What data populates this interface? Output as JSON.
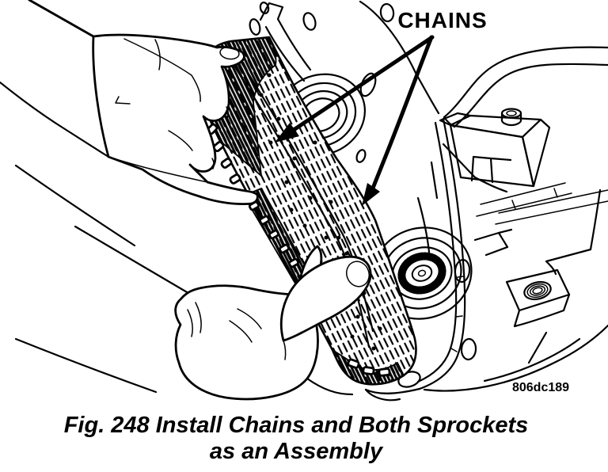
{
  "figure": {
    "callout_label": "CHAINS",
    "reference_code": "806dc189",
    "caption_line1": "Fig. 248 Install Chains and Both Sprockets",
    "caption_line2": "as an Assembly"
  },
  "drawing": {
    "ink_color": "#000000",
    "background_color": "#ffffff",
    "arrow_count": 2,
    "parts": [
      "upper-hand",
      "lower-hand",
      "drive-chains",
      "top-sprocket",
      "bottom-sprocket",
      "transfer-case-housing",
      "mounting-bracket",
      "vent-tube",
      "threaded-port"
    ]
  }
}
